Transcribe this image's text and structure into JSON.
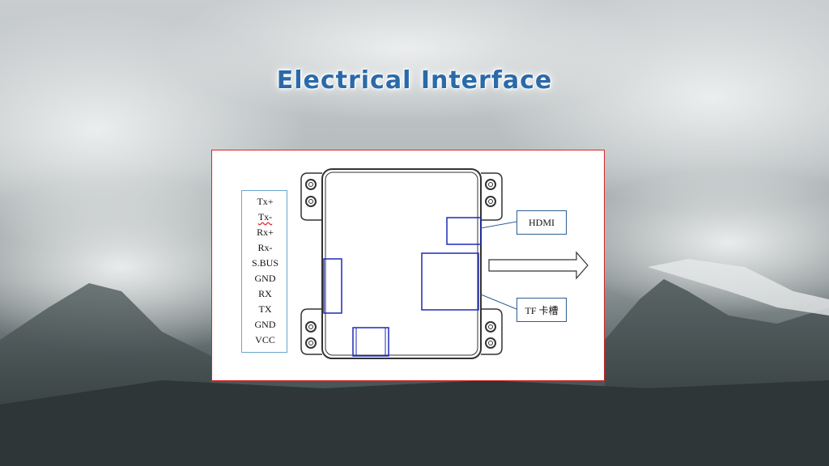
{
  "slide": {
    "title": "Electrical Interface"
  },
  "diagram": {
    "pins": [
      "Tx+",
      "Tx-",
      "Rx+",
      "Rx-",
      "S.BUS",
      "GND",
      "RX",
      "TX",
      "GND",
      "VCC"
    ],
    "labels": {
      "hdmi": "HDMI",
      "tf_slot": "TF 卡槽"
    },
    "colors": {
      "frame": "#d9262b",
      "component": "#1f2ab8",
      "outline": "#333333",
      "pin_box": "#6aa6cf",
      "label_box": "#2e5e8f",
      "title": "#2a6aa8"
    }
  }
}
